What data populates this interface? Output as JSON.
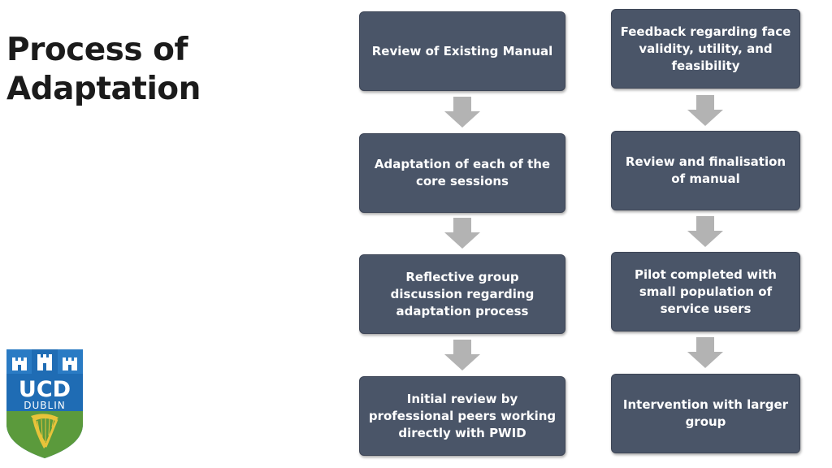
{
  "title": {
    "line1": "Process of",
    "line2": "Adaptation"
  },
  "left_column": [
    "Review of Existing Manual",
    "Adaptation of each of the core sessions",
    "Reflective group discussion regarding adaptation process",
    "Initial review by professional peers working directly with PWID"
  ],
  "right_column": [
    "Feedback regarding face validity, utility,  and feasibility",
    "Review and finalisation of manual",
    "Pilot completed with small population of service users",
    "Intervention with larger group"
  ],
  "logo": {
    "line1": "UCD",
    "line2": "DUBLIN"
  },
  "colors": {
    "box": "#4a5568",
    "arrow": "#b3b3b3",
    "logo_blue": "#1f6cb4",
    "logo_green": "#5b9a3c"
  }
}
